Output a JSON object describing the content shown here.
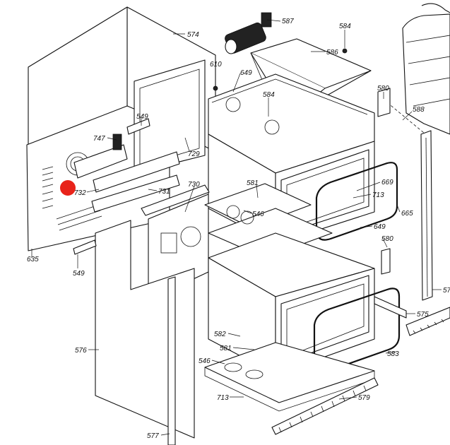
{
  "marker": {
    "color": "#e8231a"
  },
  "callouts": {
    "c574": "574",
    "c587": "587",
    "c584a": "584",
    "c586": "586",
    "c610": "610",
    "c649a": "649",
    "c584b": "584",
    "c580a": "580",
    "c588": "588",
    "c549a": "549",
    "c747": "747",
    "c729": "729",
    "c730": "730",
    "c581a": "581",
    "c669": "669",
    "c713a": "713",
    "c732": "732",
    "c731": "731",
    "c546a": "546",
    "c665": "665",
    "c649b": "649",
    "c580b": "580",
    "c635": "635",
    "c549b": "549",
    "c57": "57",
    "c575": "575",
    "c576": "576",
    "c582": "582",
    "c581b": "581",
    "c583": "583",
    "c546b": "546",
    "c713b": "713",
    "c579": "579",
    "c577": "577"
  }
}
